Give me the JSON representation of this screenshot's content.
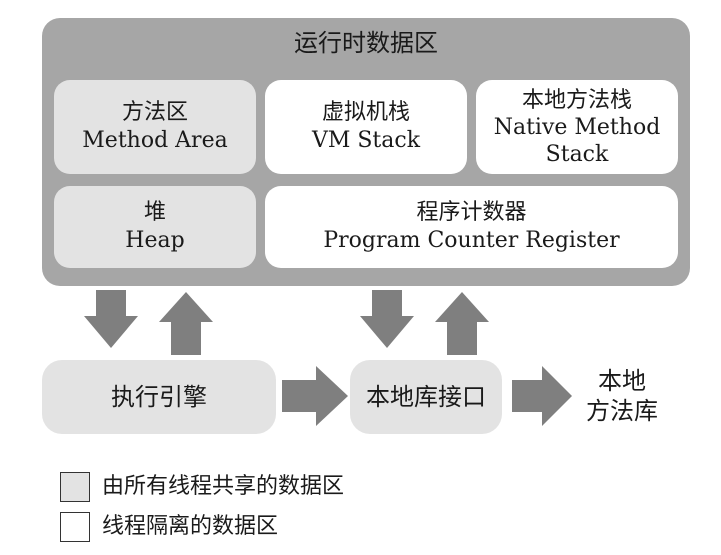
{
  "runtime_area": {
    "title": "运行时数据区"
  },
  "method_area": {
    "zh": "方法区",
    "en": "Method Area"
  },
  "vm_stack": {
    "zh": "虚拟机栈",
    "en": "VM Stack"
  },
  "native_method_stack": {
    "zh": "本地方法栈",
    "en_line1": "Native Method",
    "en_line2": "Stack"
  },
  "heap": {
    "zh": "堆",
    "en": "Heap"
  },
  "program_counter": {
    "zh": "程序计数器",
    "en": "Program Counter Register"
  },
  "execution_engine": {
    "label": "执行引擎"
  },
  "native_interface": {
    "label": "本地库接口"
  },
  "native_library": {
    "line1": "本地",
    "line2": "方法库"
  },
  "legend": {
    "shared": "由所有线程共享的数据区",
    "isolated": "线程隔离的数据区"
  },
  "colors": {
    "runtime_bg": "#a6a6a6",
    "shared_fill": "#e3e3e3",
    "isolated_fill": "#ffffff",
    "arrow_fill": "#7f7f7f"
  }
}
